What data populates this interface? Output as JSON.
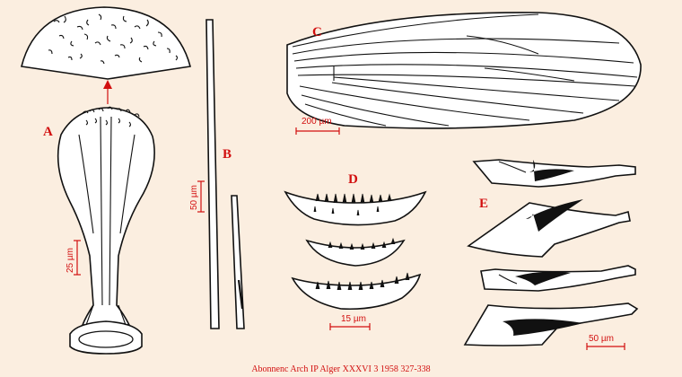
{
  "panels": {
    "A": {
      "label": "A",
      "scale": "25 µm"
    },
    "B": {
      "label": "B",
      "scale": "50 µm"
    },
    "C": {
      "label": "C",
      "scale": "200 µm"
    },
    "D": {
      "label": "D",
      "scale": "15 µm"
    },
    "E": {
      "label": "E",
      "scale": "50 µm"
    }
  },
  "credit": "Abonnenc Arch IP Alger XXXVI 3 1958 327-338",
  "colors": {
    "background": "#fbeee0",
    "annotation": "#d20f0f",
    "ink": "#111111"
  }
}
